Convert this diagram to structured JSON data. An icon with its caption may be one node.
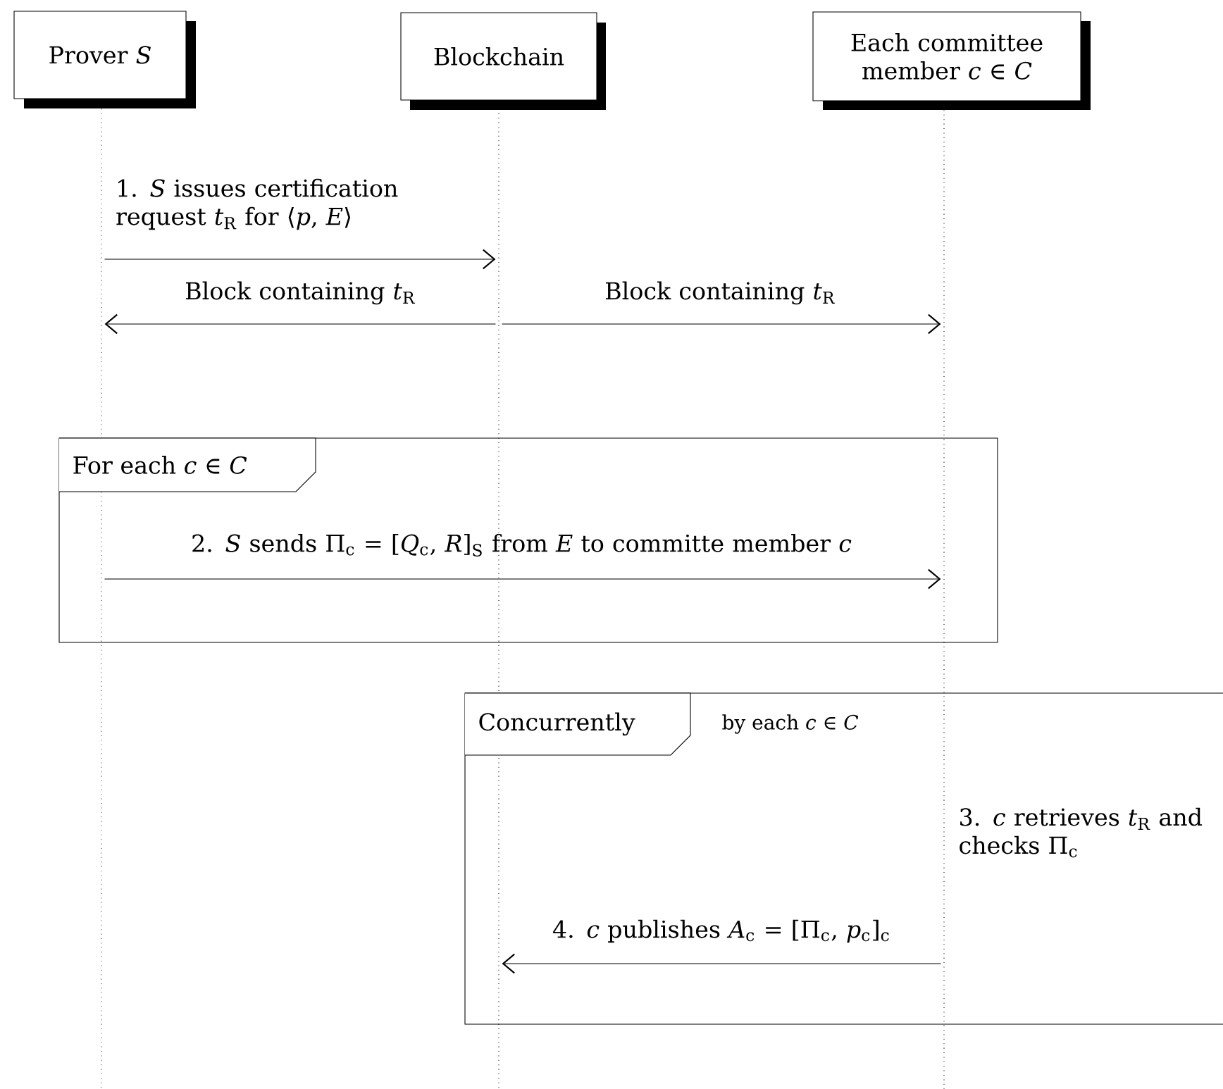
{
  "diagram": {
    "nodes": [
      {
        "text": [
          "Prover *S*"
        ]
      },
      {
        "text": [
          "Blockchain"
        ]
      },
      {
        "text": [
          "Each committee member *c* ∈ *C*"
        ]
      },
      {
        "text": [
          "For each *c* ∈ *C*"
        ]
      },
      {
        "text": [
          "Concurrently",
          "by each *c* ∈ *C*"
        ]
      },
      {
        "text": [],
        "shape": "line"
      },
      {
        "text": [],
        "shape": "line"
      },
      {
        "text": [],
        "shape": "line"
      }
    ],
    "edges": [
      {
        "from": 5,
        "to": 6,
        "arrow": "to",
        "label": "1. *S* issues certification request *t*$_{R}$ for ⟨*p*, *E*⟩"
      },
      {
        "from": 6,
        "to": 5,
        "arrow": "to",
        "label": "Block containing *t*$_{R}$"
      },
      {
        "from": 6,
        "to": 7,
        "arrow": "to",
        "label": "Block containing *t*$_{R}$"
      },
      {
        "from": 5,
        "to": 7,
        "arrow": "to",
        "label": "2. *S* sends Π$_{c}$ = [*Q*$_{c}$, *R*]$_{S}$ from *E* to committe member *c*"
      },
      {
        "from": 7,
        "to": 6,
        "arrow": "to",
        "label": "4. *c* publishes *A*$_{c}$ = [Π$_{c}$, *p*$_{c}$]$_{c}$"
      }
    ],
    "labels": [
      "3. *c* retrieves *t*$_{R}$ and checks Π$_{c}$"
    ]
  }
}
